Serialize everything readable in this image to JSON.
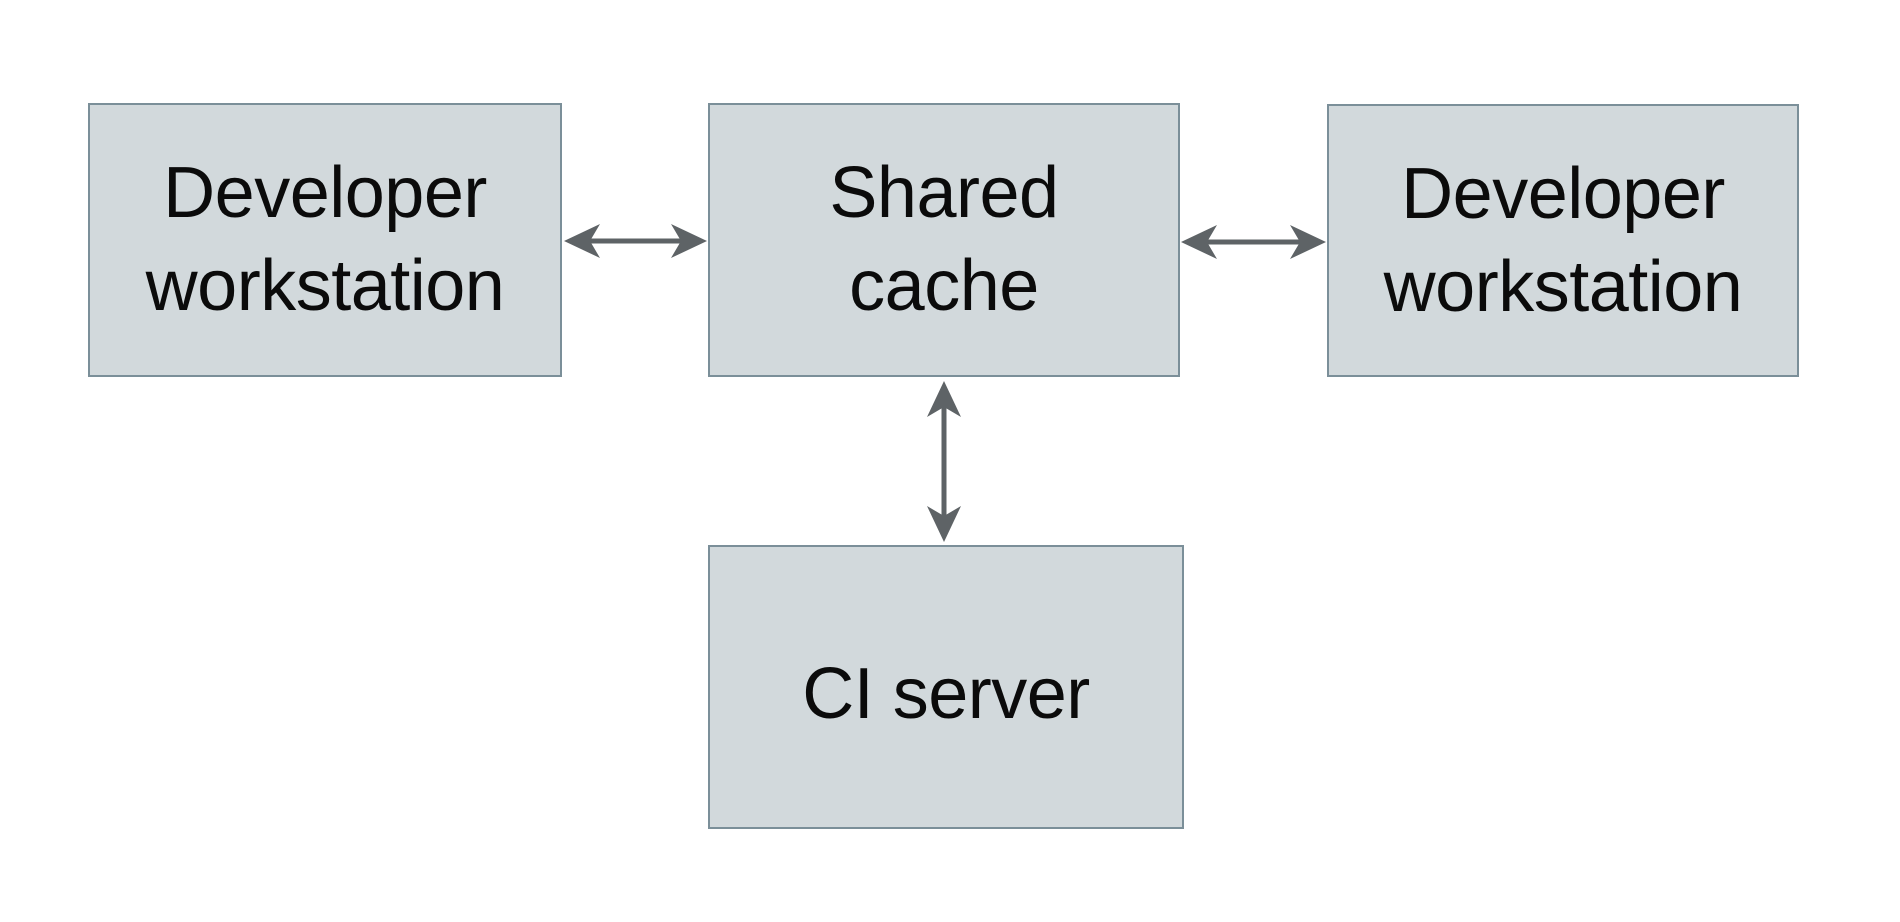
{
  "diagram": {
    "type": "architecture-diagram",
    "background_color": "#ffffff",
    "node_fill_color": "#d2d9dc",
    "node_border_color": "#7b8f99",
    "arrow_color": "#5e6366",
    "text_color": "#0b0b0b",
    "nodes": {
      "workstation_left": {
        "label": "Developer\nworkstation"
      },
      "shared_cache": {
        "label": "Shared\ncache"
      },
      "workstation_right": {
        "label": "Developer\nworkstation"
      },
      "ci_server": {
        "label": "CI server"
      }
    },
    "edges": [
      {
        "from": "Developer workstation (left)",
        "to": "Shared cache",
        "direction": "bidirectional"
      },
      {
        "from": "Shared cache",
        "to": "Developer workstation (right)",
        "direction": "bidirectional"
      },
      {
        "from": "Shared cache",
        "to": "CI server",
        "direction": "bidirectional"
      }
    ]
  }
}
